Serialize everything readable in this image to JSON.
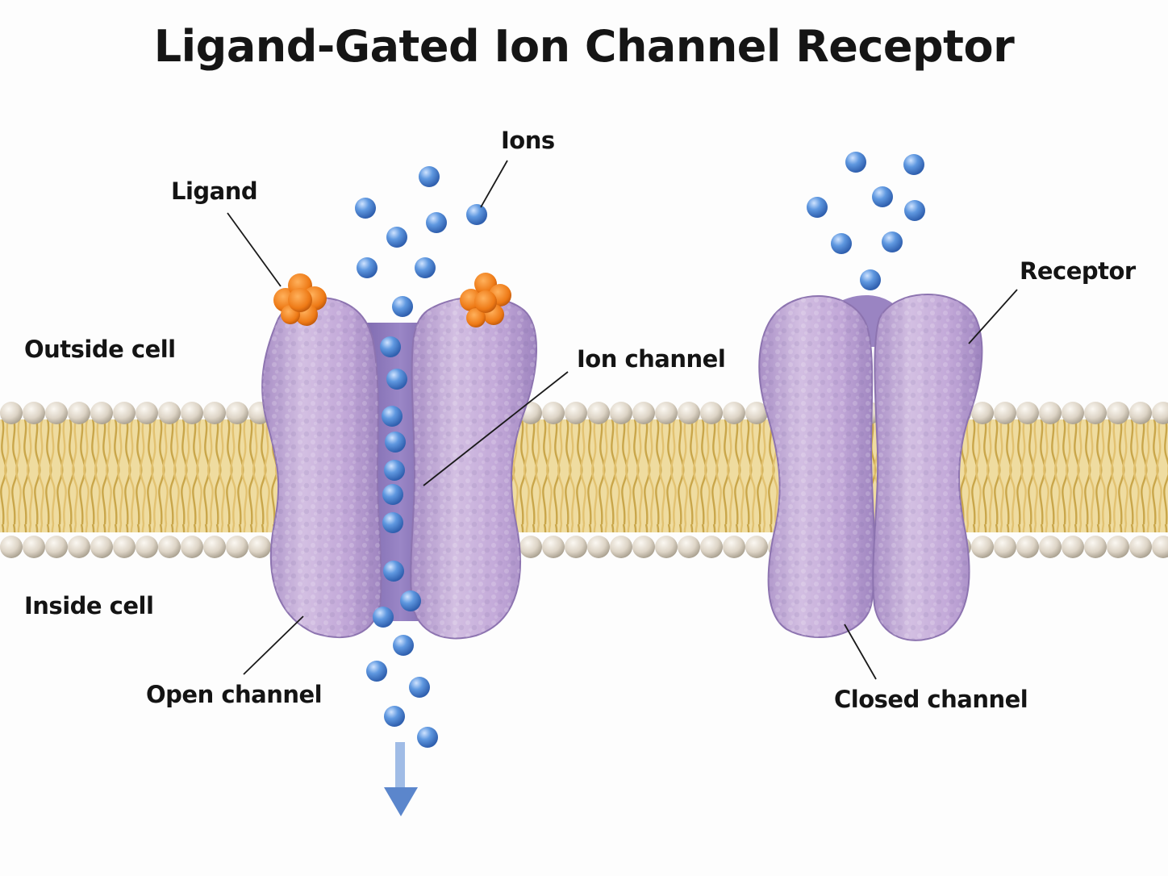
{
  "title": "Ligand-Gated Ion Channel Receptor",
  "labels": {
    "ions": "Ions",
    "ligand": "Ligand",
    "outside_cell": "Outside cell",
    "ion_channel": "Ion channel",
    "receptor": "Receptor",
    "inside_cell": "Inside cell",
    "open_channel": "Open channel",
    "closed_channel": "Closed channel"
  },
  "colors": {
    "protein": "#c3a8d6",
    "protein_dark": "#9c84bd",
    "ligand": "#ef7d1a",
    "ion": "#4a86d4",
    "lipid_head": "#ddd4c6",
    "lipid_tail": "#d9b85c",
    "arrow": "#5b86cc"
  },
  "icons": {
    "flow_arrow": "arrow-down-icon"
  }
}
